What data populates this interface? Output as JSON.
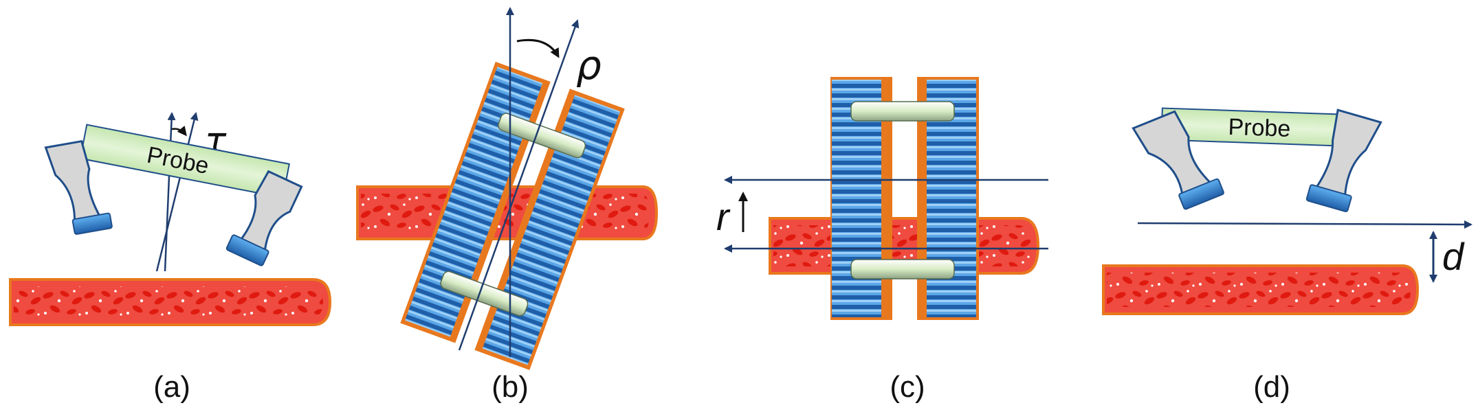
{
  "panels": [
    {
      "caption": "(a)",
      "probe_label": "Probe",
      "symbol": "τ"
    },
    {
      "caption": "(b)",
      "symbol": "ρ"
    },
    {
      "caption": "(c)",
      "symbol": "r"
    },
    {
      "caption": "(d)",
      "probe_label": "Probe",
      "symbol": "d"
    }
  ],
  "colors": {
    "vessel_fill": "#ef4b40",
    "vessel_edge": "#e8781e",
    "cell": "#e01a10",
    "probe_body": "#d9f0c9",
    "transducer_fill": "#d6d6d6",
    "transducer_edge": "#1f4e8a",
    "element_blue": "#3f8fd4",
    "housing_orange": "#e8781e",
    "axis_line": "#1f3d6e"
  }
}
